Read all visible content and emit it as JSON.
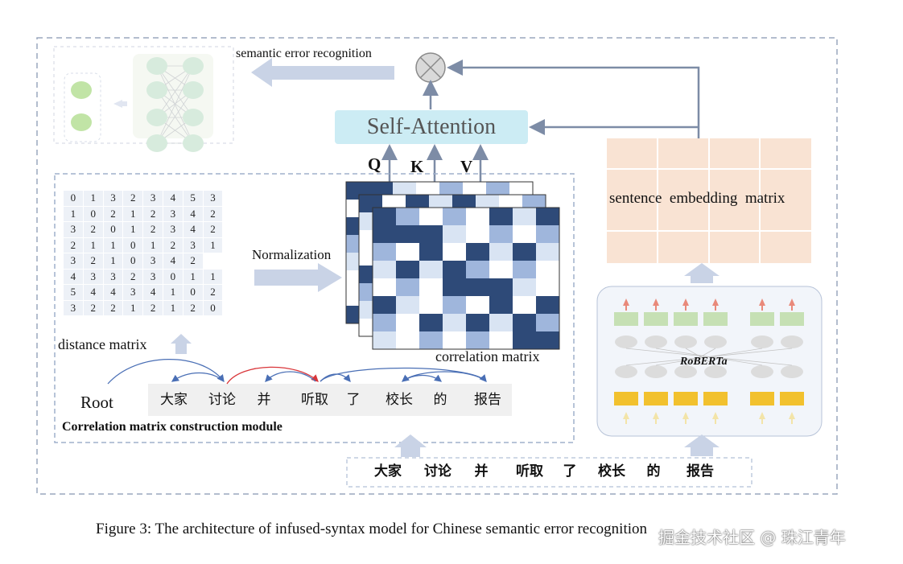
{
  "labels": {
    "semantic_error_recognition": "semantic error recognition",
    "self_attention": "Self-Attention",
    "q": "Q",
    "k": "K",
    "v": "V",
    "sentence_embedding_matrix": "sentence  embedding  matrix",
    "normalization": "Normalization",
    "distance_matrix": "distance matrix",
    "correlation_matrix": "correlation matrix",
    "roberta": "RoBERTa",
    "root": "Root",
    "module_title": "Correlation matrix construction module",
    "caption": "Figure 3: The architecture of infused-syntax model for Chinese semantic error recognition",
    "watermark": "掘金技术社区 @ 珠江青年"
  },
  "tokens": [
    "大家",
    "讨论",
    "并",
    "听取",
    "了",
    "校长",
    "的",
    "报告"
  ],
  "distance_matrix": [
    [
      "0",
      "1",
      "3",
      "2",
      "3",
      "4",
      "5",
      "3"
    ],
    [
      "1",
      "0",
      "2",
      "1",
      "2",
      "3",
      "4",
      "2"
    ],
    [
      "3",
      "2",
      "0",
      "1",
      "2",
      "3",
      "4",
      "2"
    ],
    [
      "2",
      "1",
      "1",
      "0",
      "1",
      "2",
      "3",
      "1"
    ],
    [
      "3",
      "2",
      "1",
      "0",
      "3",
      "4",
      "2"
    ],
    [
      "4",
      "3",
      "3",
      "2",
      "3",
      "0",
      "1",
      "1"
    ],
    [
      "5",
      "4",
      "4",
      "3",
      "4",
      "1",
      "0",
      "2"
    ],
    [
      "3",
      "2",
      "2",
      "1",
      "2",
      "1",
      "2",
      "0"
    ]
  ],
  "colors": {
    "dark_blue": "#2e4a78",
    "mid_blue": "#9fb6dc",
    "light_blue": "#d9e4f3",
    "arrow_gray": "#7d8ca6",
    "embedding_peach": "#f9e3d3",
    "dep_arc_red": "#d9363a",
    "dep_arc_blue": "#4a6fb5",
    "self_attention_bg": "#ccecf4",
    "roberta_green": "#c6e0b4",
    "roberta_yellow": "#f2c12e",
    "roberta_up_arrow": "#e9897a"
  }
}
